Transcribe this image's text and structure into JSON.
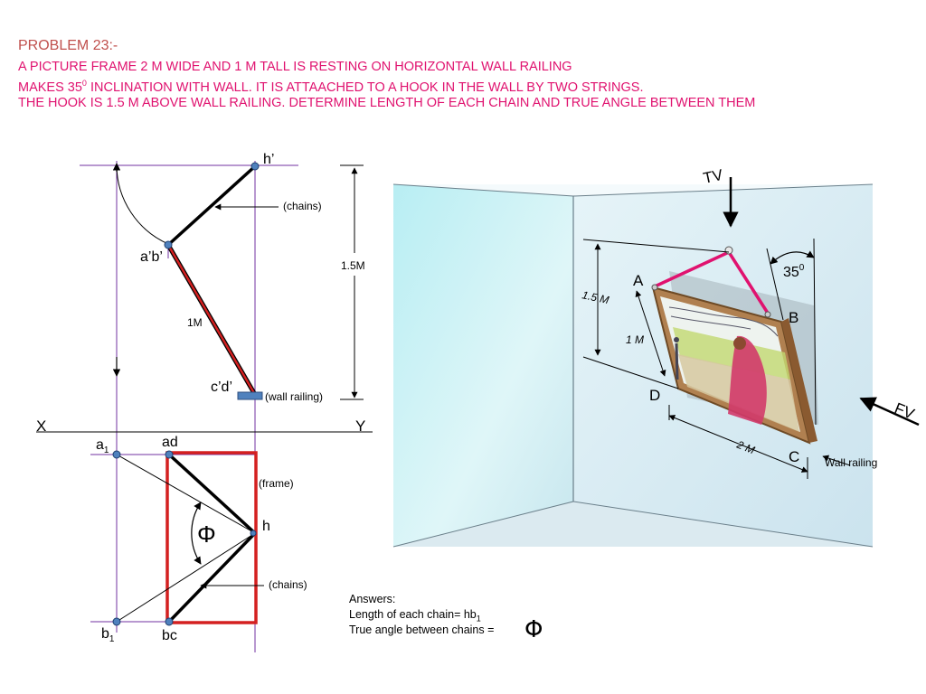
{
  "problem": {
    "title": "PROBLEM 23:-",
    "line1": "A PICTURE FRAME  2 M WIDE AND 1 M TALL IS RESTING ON HORIZONTAL WALL RAILING",
    "line2_pre": "MAKES 35",
    "line2_sup": "0",
    "line2_post": " INCLINATION  WITH  WALL. IT IS ATTAACHED TO A HOOK IN THE WALL BY TWO STRINGS.",
    "line3": "THE HOOK IS 1.5 M ABOVE WALL RAILING. DETERMINE LENGTH OF EACH CHAIN AND TRUE ANGLE BETWEEN THEM"
  },
  "drawing": {
    "h_prime": "h’",
    "ab_prime": "a’b’",
    "cd_prime": "c’d’",
    "chains_top": "(chains)",
    "dim_15": "1.5M",
    "dim_1": "1M",
    "wall_railing": "(wall railing)",
    "x": "X",
    "y": "Y",
    "a1_main": "a",
    "a1_sub": "1",
    "ad": "ad",
    "frame": "(frame)",
    "h": "h",
    "phi": "Φ",
    "chains_bottom": "(chains)",
    "b1_main": "b",
    "b1_sub": "1",
    "bc": "bc"
  },
  "pictorial": {
    "tv": "TV",
    "fv": "FV",
    "A": "A",
    "B": "B",
    "C": "C",
    "D": "D",
    "angle_main": "35",
    "angle_sup": "0",
    "dim_15": "1.5 M",
    "dim_1": "1 M",
    "dim_2": "2 M",
    "wall_railing": "Wall railing"
  },
  "answers": {
    "heading": "Answers:",
    "length_pre": "Length of each chain= hb",
    "length_sub": "1",
    "angle_label": "True angle between chains =",
    "phi": "Φ"
  },
  "colors": {
    "title": "#c0504d",
    "statement": "#e0126f",
    "construction": "#7030a0",
    "frame": "#d42020",
    "chain": "#000000",
    "point": "#4f81bd"
  }
}
